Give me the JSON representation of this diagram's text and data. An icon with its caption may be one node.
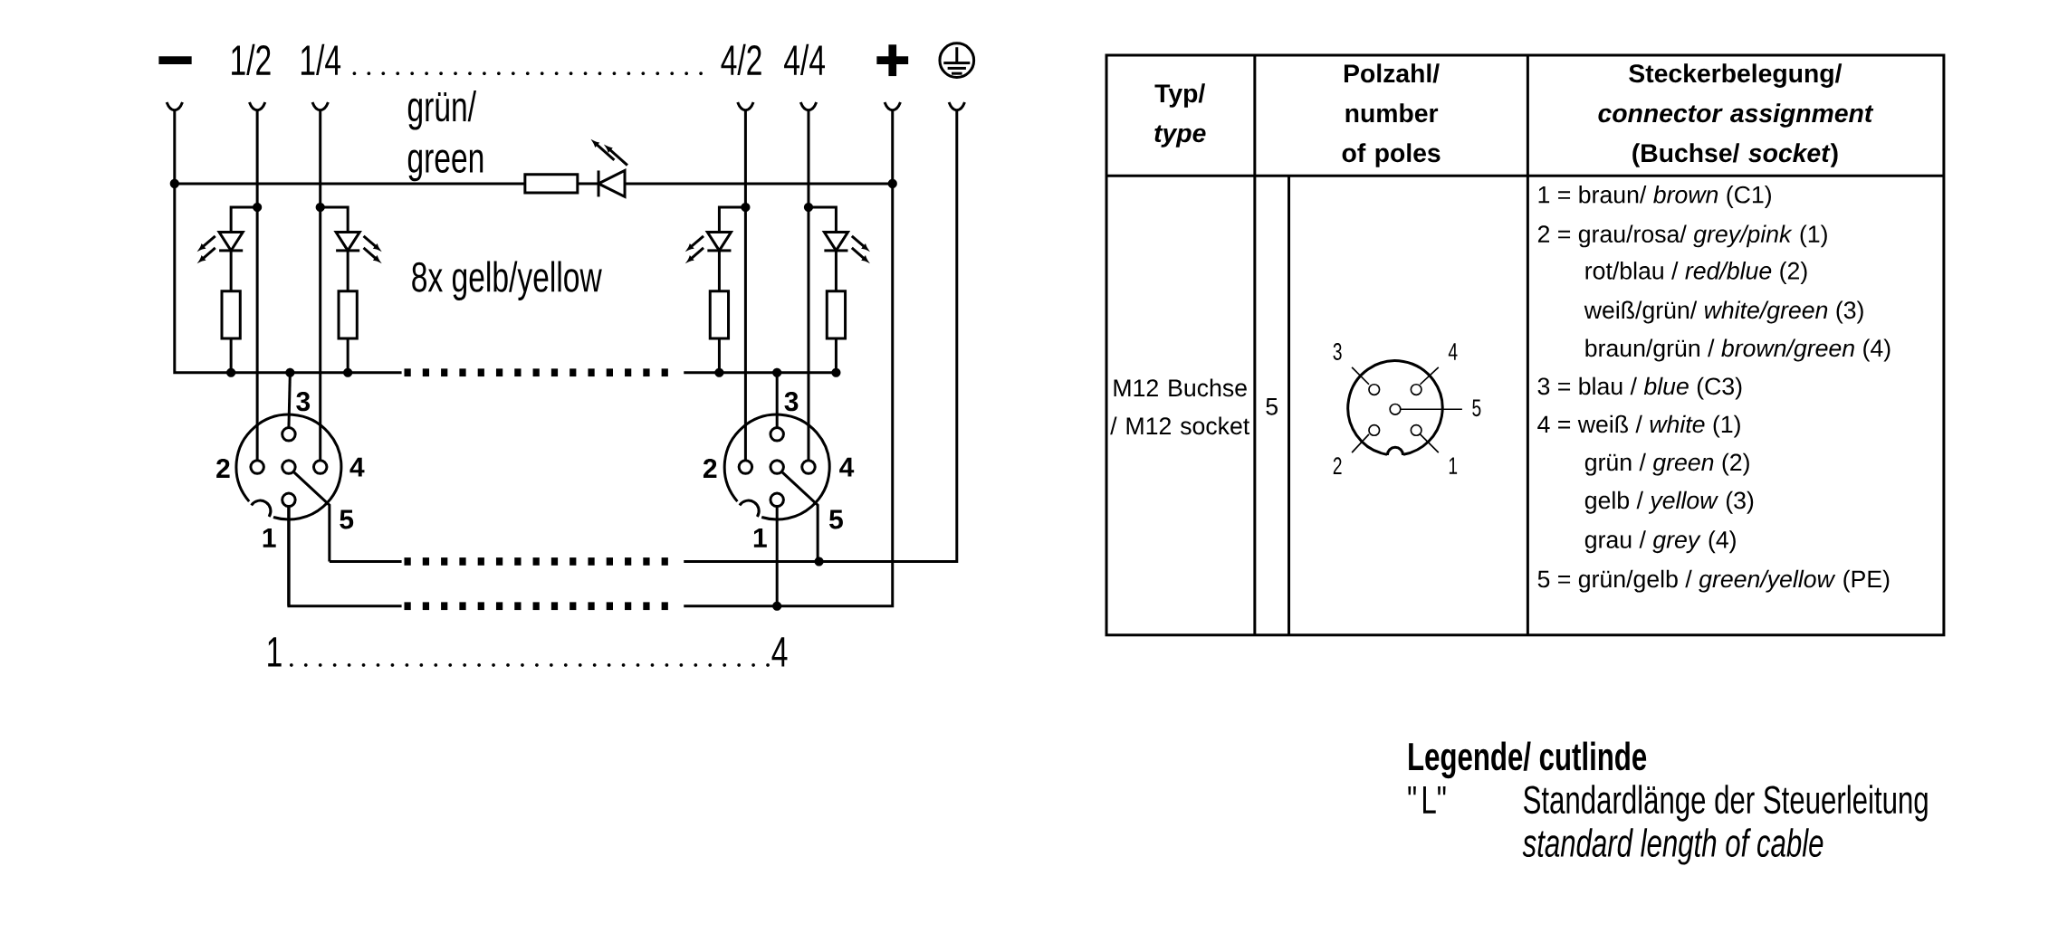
{
  "diagram": {
    "labels": [
      "1/2",
      "1/4",
      "4/2",
      "4/4",
      "grün/ green",
      "8x gelb/yellow",
      "3",
      "2",
      "4",
      "5",
      "1",
      "3",
      "2",
      "4",
      "5",
      "1",
      "1",
      "4",
      "Typ/ *type*",
      "Polzahl/ number of poles",
      "Steckerbelegung/ *connector assignment* (Buchse/ *socket*)",
      "M12 Buchse / M12 socket",
      "5",
      "3",
      "4",
      "5",
      "2",
      "1",
      "1 = braun/ *brown* (C1)",
      "2 = grau/rosa/ *grey/pink* (1)",
      "rot/blau / *red/blue* (2)",
      "weiß/grün/ *white/green* (3)",
      "braun/grün / *brown/green* (4)",
      "3 = blau / *blue* (C3)",
      "4 = weiß / *white* (1)",
      "grün / *green* (2)",
      "gelb / *yellow* (3)",
      "grau / *grey* (4)",
      "5 = grün/gelb / *green/yellow* (PE)",
      "Legende/ cutlinde",
      "\"L\"",
      "Standardlänge der Steuerleitung",
      "*standard length of cable*"
    ]
  }
}
